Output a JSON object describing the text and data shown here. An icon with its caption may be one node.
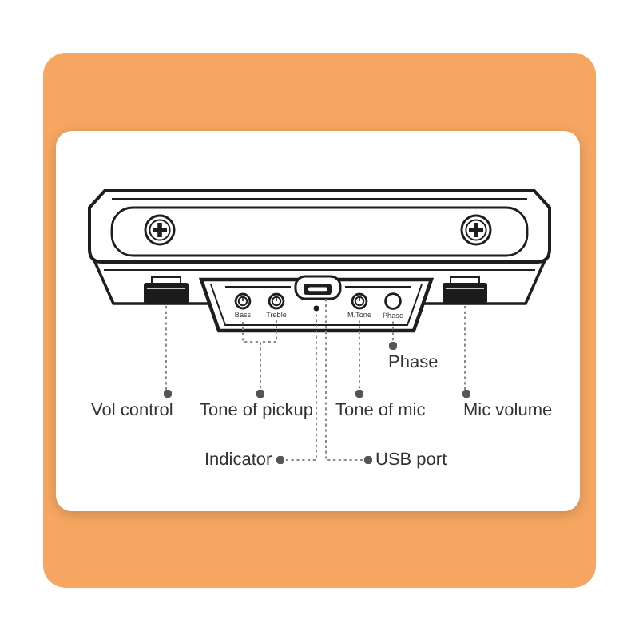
{
  "diagram": {
    "nodes": [
      {
        "text": [],
        "shape": "wheel"
      },
      {
        "text": [],
        "shape": "circle",
        "beside": [
          "Bass"
        ]
      },
      {
        "text": [],
        "shape": "circle",
        "beside": [
          "Treble"
        ]
      },
      {
        "text": [],
        "shape": "circle"
      },
      {
        "text": [],
        "shape": "box"
      },
      {
        "text": [],
        "shape": "circle",
        "beside": [
          "M.Tone"
        ]
      },
      {
        "text": [],
        "shape": "circle",
        "beside": [
          "Phase"
        ]
      },
      {
        "text": [],
        "shape": "wheel"
      },
      {
        "text": [
          "Phase"
        ]
      },
      {
        "text": [
          "Vol control"
        ]
      },
      {
        "text": [
          "Tone of pickup"
        ]
      },
      {
        "text": [
          "Tone of mic"
        ]
      },
      {
        "text": [
          "Mic volume"
        ]
      },
      {
        "text": [
          "Indicator"
        ]
      },
      {
        "text": [
          "USB port"
        ]
      }
    ],
    "edges": [
      {
        "from": 9,
        "to": 0,
        "arrow": "other"
      },
      {
        "from": 10,
        "to": 1,
        "arrow": "other"
      },
      {
        "from": 10,
        "to": 2,
        "arrow": "other"
      },
      {
        "from": 11,
        "to": 5,
        "arrow": "other"
      },
      {
        "from": 8,
        "to": 6,
        "arrow": "other"
      },
      {
        "from": 12,
        "to": 7,
        "arrow": "other"
      },
      {
        "from": 13,
        "to": 3,
        "arrow": "other"
      },
      {
        "from": 14,
        "to": 4,
        "arrow": "other"
      }
    ]
  }
}
